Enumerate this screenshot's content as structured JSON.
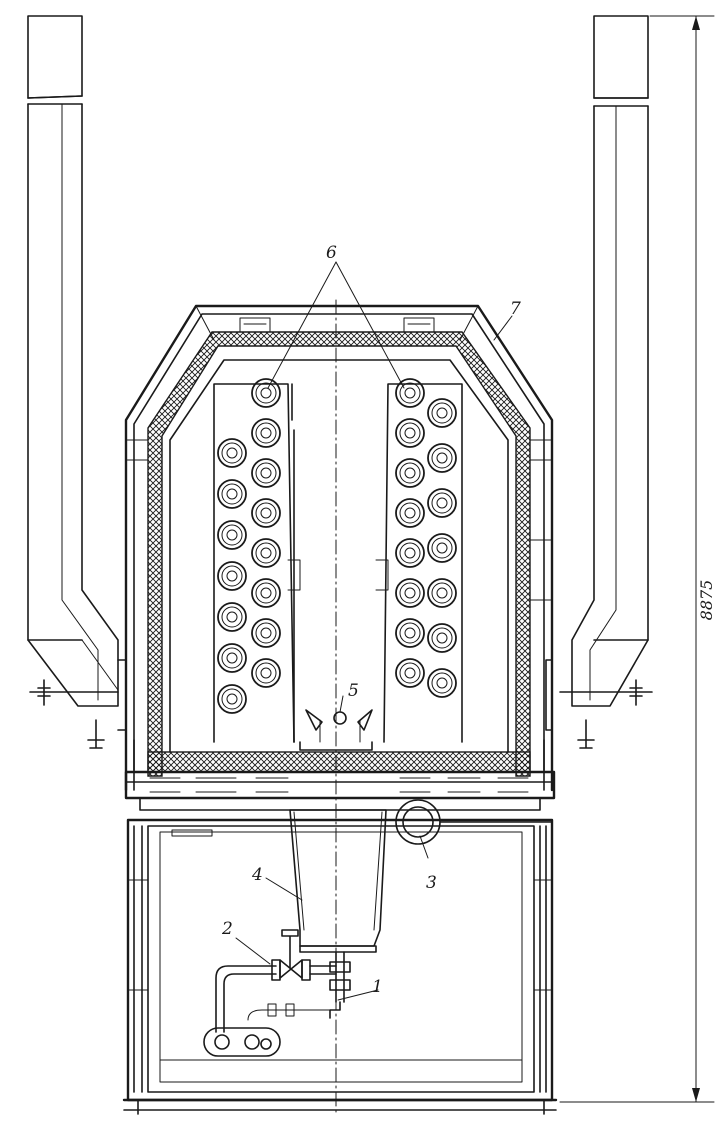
{
  "labels": {
    "l1": "1",
    "l2": "2",
    "l3": "3",
    "l4": "4",
    "l5": "5",
    "l6": "6",
    "l7": "7"
  },
  "dimension": "8875"
}
